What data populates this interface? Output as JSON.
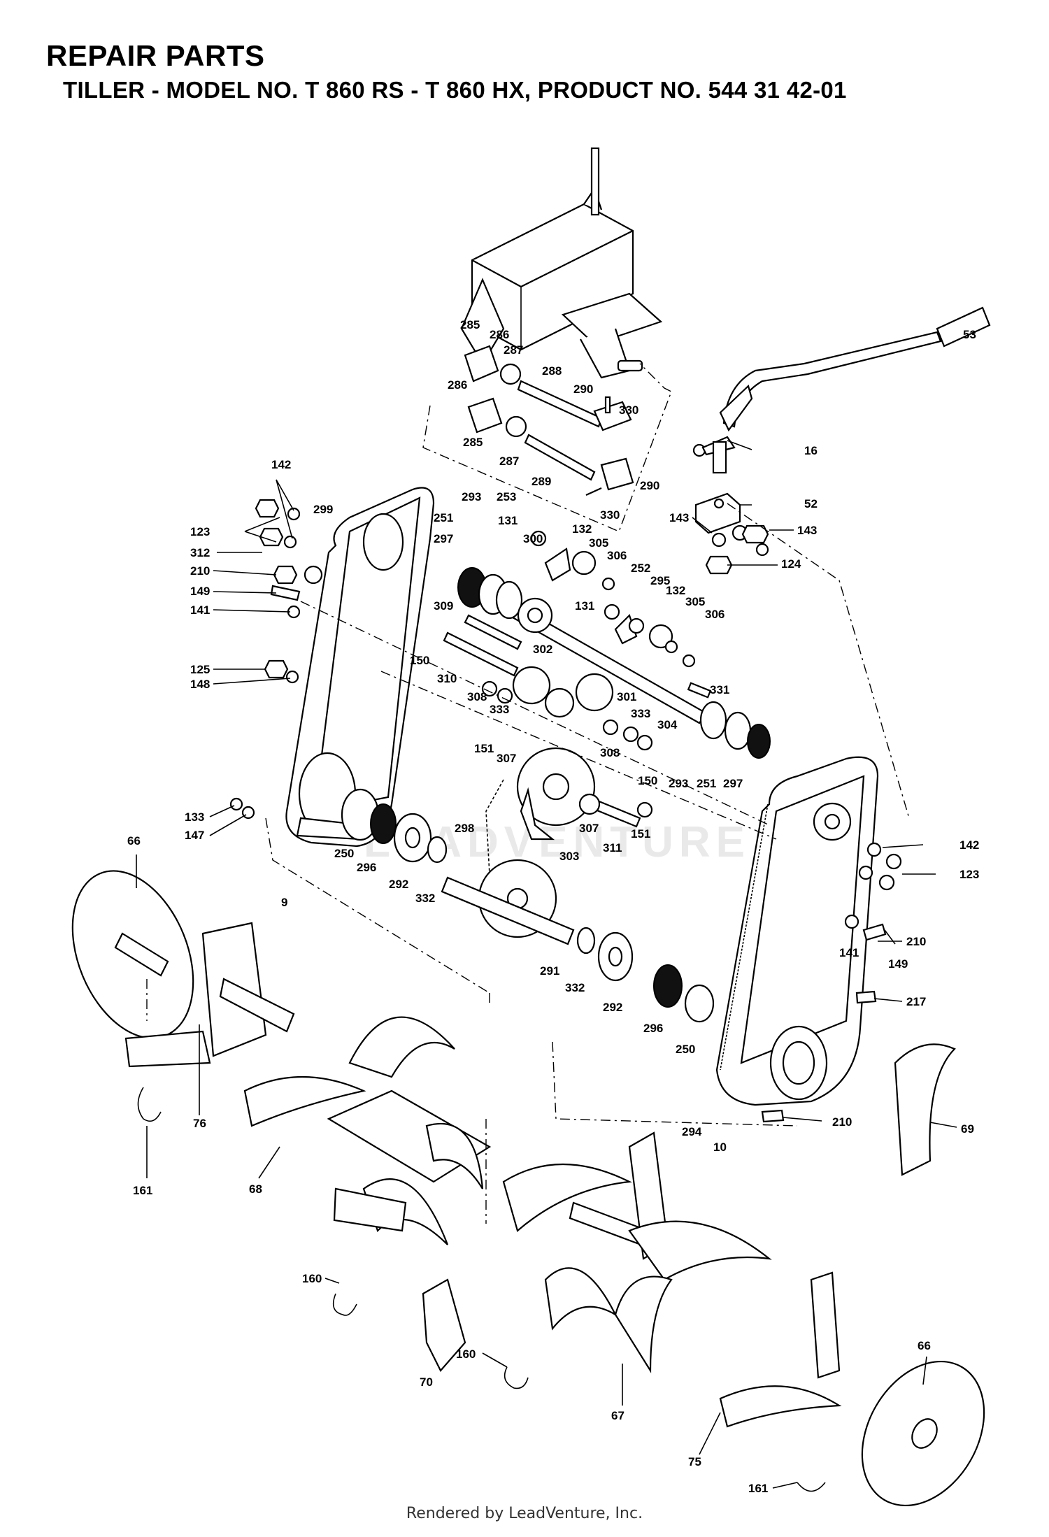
{
  "header": {
    "title": "REPAIR PARTS",
    "subtitle": "TILLER - MODEL NO. T 860 RS - T 860 HX, PRODUCT NO. 544 31 42-01"
  },
  "watermark": "LEADVENTURE",
  "footer": "Rendered by LeadVenture, Inc.",
  "parts": {
    "p53": "53",
    "p16": "16",
    "p52": "52",
    "p143a": "143",
    "p143b": "143",
    "p124": "124",
    "p285a": "285",
    "p286a": "286",
    "p287a": "287",
    "p288": "288",
    "p290a": "290",
    "p330a": "330",
    "p286b": "286",
    "p285b": "285",
    "p287b": "287",
    "p289": "289",
    "p290b": "290",
    "p330b": "330",
    "p142a": "142",
    "p299": "299",
    "p123a": "123",
    "p312": "312",
    "p210a": "210",
    "p149a": "149",
    "p141a": "141",
    "p125": "125",
    "p148": "148",
    "p133": "133",
    "p147": "147",
    "p9": "9",
    "p293a": "293",
    "p251a": "251",
    "p297a": "297",
    "p253": "253",
    "p131a": "131",
    "p300": "300",
    "p132a": "132",
    "p305a": "305",
    "p306a": "306",
    "p252": "252",
    "p295": "295",
    "p131b": "131",
    "p132b": "132",
    "p305b": "305",
    "p306b": "306",
    "p309": "309",
    "p150a": "150",
    "p310": "310",
    "p302": "302",
    "p308a": "308",
    "p333a": "333",
    "p301": "301",
    "p331": "331",
    "p304": "304",
    "p151a": "151",
    "p307a": "307",
    "p333b": "333",
    "p308b": "308",
    "p150b": "150",
    "p293b": "293",
    "p251b": "251",
    "p297b": "297",
    "p307b": "307",
    "p311": "311",
    "p151b": "151",
    "p298": "298",
    "p303": "303",
    "p250a": "250",
    "p296a": "296",
    "p292a": "292",
    "p332a": "332",
    "p291": "291",
    "p332b": "332",
    "p292b": "292",
    "p296b": "296",
    "p250b": "250",
    "p142b": "142",
    "p123b": "123",
    "p141b": "141",
    "p210b": "210",
    "p149b": "149",
    "p217": "217",
    "p210c": "210",
    "p294": "294",
    "p10": "10",
    "p66a": "66",
    "p76": "76",
    "p161a": "161",
    "p68": "68",
    "p69": "69",
    "p160a": "160",
    "p70": "70",
    "p160b": "160",
    "p67": "67",
    "p66b": "66",
    "p75": "75",
    "p161b": "161"
  }
}
